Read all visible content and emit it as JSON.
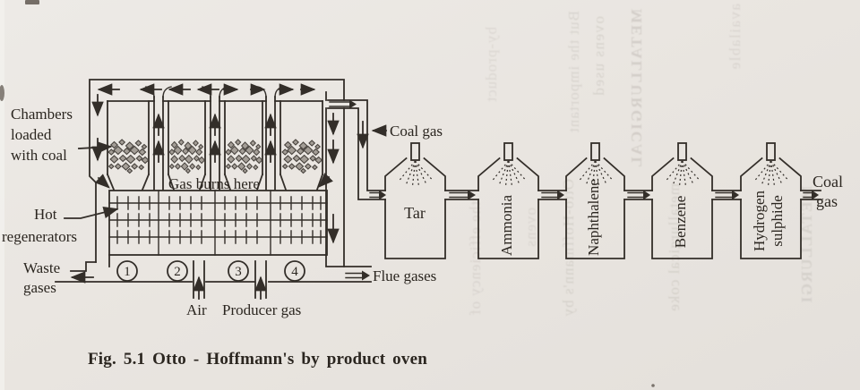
{
  "colors": {
    "paper": "#e9e6e1",
    "ink": "#332e29",
    "coal_fill": "#a39d96",
    "bleed_text": "#a39d95"
  },
  "caption": "Fig. 5.1 Otto - Hoffmann's by product oven",
  "oven": {
    "chambers_label": [
      "Chambers",
      "loaded",
      "with coal"
    ],
    "gas_burns_label": "Gas burns here",
    "regenerators_label": [
      "Hot",
      "regenerators"
    ],
    "waste_gases_label": [
      "Waste",
      "gases"
    ],
    "air_label": "Air",
    "producer_gas_label": "Producer gas",
    "flue_gases_label": "Flue gases",
    "coal_gas_in_label": "Coal gas",
    "regenerator_sections": [
      "1",
      "2",
      "3",
      "4"
    ]
  },
  "towers": [
    {
      "label": "Tar"
    },
    {
      "label": "Ammonia"
    },
    {
      "label": "Naphthalene"
    },
    {
      "label": "Benzene"
    },
    {
      "label": "Hydrogen",
      "label2": "sulphide"
    }
  ],
  "output": {
    "coal_gas_out": [
      "Coal",
      "gas"
    ]
  },
  "bleed_through": [
    "METALLURGICAL",
    "ovens used",
    "But the important",
    "available",
    "by-product",
    "Otto-Hoffmann's by",
    "metallurgical coke",
    "METALLURGI",
    "the efficiency of",
    "ovens"
  ]
}
